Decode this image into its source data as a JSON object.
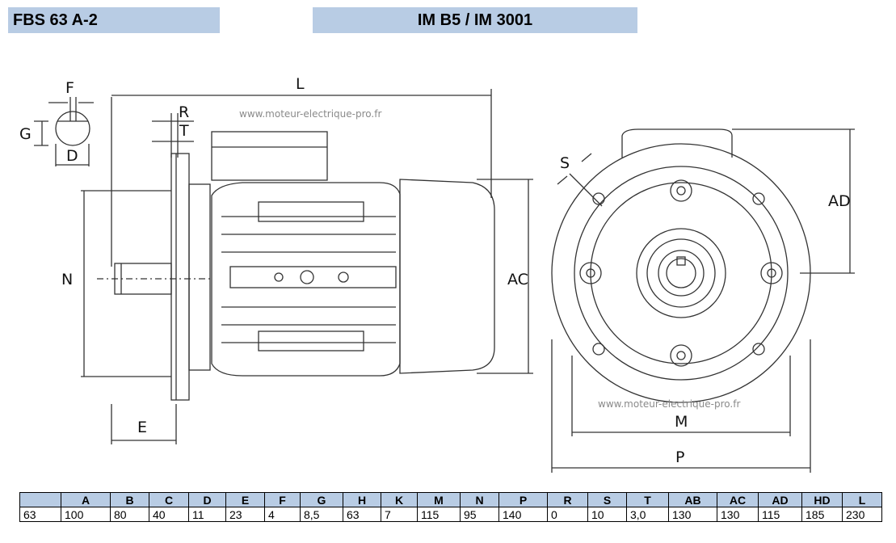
{
  "header": {
    "model": "FBS 63 A-2",
    "mounting": "IM B5 / IM 3001"
  },
  "watermark": "www.moteur-electrique-pro.fr",
  "drawing_labels": {
    "F": "F",
    "G": "G",
    "D": "D",
    "L": "L",
    "R": "R",
    "T": "T",
    "N": "N",
    "E": "E",
    "AC": "AC",
    "S": "S",
    "AD": "AD",
    "M": "M",
    "P": "P"
  },
  "table": {
    "headers": [
      "",
      "A",
      "B",
      "C",
      "D",
      "E",
      "F",
      "G",
      "H",
      "K",
      "M",
      "N",
      "P",
      "R",
      "S",
      "T",
      "AB",
      "AC",
      "AD",
      "HD",
      "L"
    ],
    "values": [
      "63",
      "100",
      "80",
      "40",
      "11",
      "23",
      "4",
      "8,5",
      "63",
      "7",
      "115",
      "95",
      "140",
      "0",
      "10",
      "3,0",
      "130",
      "130",
      "115",
      "185",
      "230"
    ]
  },
  "colors": {
    "header_bg": "#b8cce4",
    "line": "#333333"
  }
}
